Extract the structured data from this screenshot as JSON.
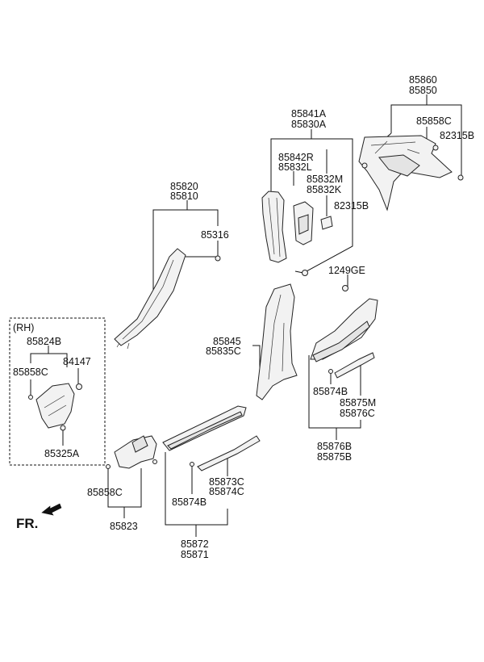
{
  "labels": {
    "l85860": "85860",
    "l85850": "85850",
    "l85858c_top": "85858C",
    "l82315b_top": "82315B",
    "l85841a": "85841A",
    "l85830a": "85830A",
    "l85842r": "85842R",
    "l85832l": "85832L",
    "l85832m": "85832M",
    "l85832k": "85832K",
    "l82315b_mid": "82315B",
    "l1249ge": "1249GE",
    "l85820": "85820",
    "l85810": "85810",
    "l85316": "85316",
    "l_rh": "(RH)",
    "l85824b": "85824B",
    "l85858c_rh": "85858C",
    "l84147": "84147",
    "l85325a": "85325A",
    "l85845": "85845",
    "l85835c": "85835C",
    "l85874b_right": "85874B",
    "l85875m": "85875M",
    "l85876c": "85876C",
    "l85876b": "85876B",
    "l85875b": "85875B",
    "l85858c_bottom": "85858C",
    "l85823": "85823",
    "l85873c": "85873C",
    "l85874c": "85874C",
    "l85874b_bottom": "85874B",
    "l85872": "85872",
    "l85871": "85871",
    "fr": "FR."
  }
}
